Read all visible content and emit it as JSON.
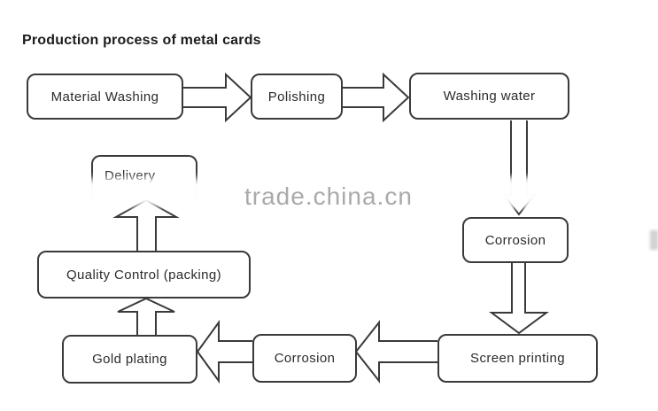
{
  "title": "Production process of metal cards",
  "watermark": {
    "text": "trade.china.cn"
  },
  "nodes": [
    {
      "id": "material-washing",
      "label": "Material Washing"
    },
    {
      "id": "polishing",
      "label": "Polishing"
    },
    {
      "id": "washing-water",
      "label": "Washing water"
    },
    {
      "id": "corrosion-after-washing",
      "label": "Corrosion"
    },
    {
      "id": "screen-printing",
      "label": "Screen printing"
    },
    {
      "id": "corrosion-after-printing",
      "label": "Corrosion"
    },
    {
      "id": "gold-plating",
      "label": "Gold plating"
    },
    {
      "id": "quality-control",
      "label": "Quality Control (packing)"
    },
    {
      "id": "delivery",
      "label": "Delivery"
    }
  ],
  "edges": [
    {
      "from": "material-washing",
      "to": "polishing",
      "direction": "right"
    },
    {
      "from": "polishing",
      "to": "washing-water",
      "direction": "right"
    },
    {
      "from": "washing-water",
      "to": "corrosion-after-washing",
      "direction": "down"
    },
    {
      "from": "corrosion-after-washing",
      "to": "screen-printing",
      "direction": "down"
    },
    {
      "from": "screen-printing",
      "to": "corrosion-after-printing",
      "direction": "left"
    },
    {
      "from": "corrosion-after-printing",
      "to": "gold-plating",
      "direction": "left"
    },
    {
      "from": "gold-plating",
      "to": "quality-control",
      "direction": "up"
    },
    {
      "from": "quality-control",
      "to": "delivery",
      "direction": "up"
    }
  ],
  "colors": {
    "line": "#3a3a3a",
    "text": "#2b2b2b",
    "watermark": "#aaaaaa",
    "background": "#ffffff"
  }
}
